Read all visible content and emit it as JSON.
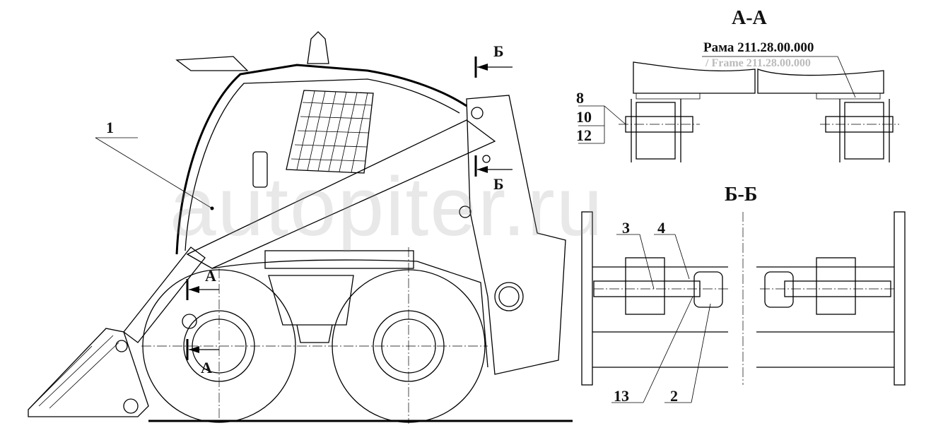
{
  "watermark": "autopiter.ru",
  "main_view": {
    "callout_1": "1",
    "section_a_top": "А",
    "section_a_bottom": "А",
    "section_b_top": "Б",
    "section_b_bottom": "Б"
  },
  "section_aa": {
    "title": "А-А",
    "frame_label": "Рама 211.28.00.000",
    "frame_label_en": "/ Frame 211.28.00.000",
    "callouts": [
      "8",
      "10",
      "12"
    ]
  },
  "section_bb": {
    "title": "Б-Б",
    "callouts": {
      "c3": "3",
      "c4": "4",
      "c13": "13",
      "c2": "2"
    }
  }
}
